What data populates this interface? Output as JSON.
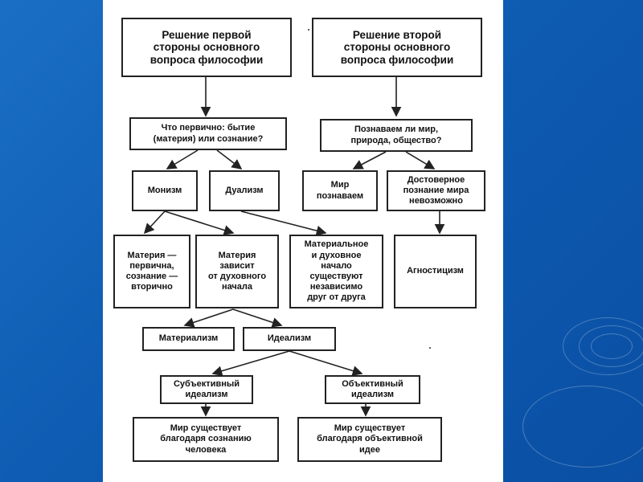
{
  "diagram": {
    "cut_top_text": "",
    "boxes": {
      "first_side": "Решение первой\nстороны основного\nвопроса философии",
      "second_side": "Решение второй\nстороны основного\nвопроса философии",
      "what_primary": "Что первично: бытие\n(материя) или сознание?",
      "knowable_q": "Познаваем ли мир,\nприрода, общество?",
      "monism": "Монизм",
      "dualism": "Дуализм",
      "world_knowable": "Мир\nпознаваем",
      "reliable_impossible": "Достоверное\nпознание мира\nневозможно",
      "matter_primary": "Материя —\nпервична,\nсознание —\nвторично",
      "matter_depends": "Материя\nзависит\nот духовного\nначала",
      "independent": "Материальное\nи духовное\nначало\nсуществуют\nнезависимо\nдруг от друга",
      "agnosticism": "Агностицизм",
      "materialism": "Материализм",
      "idealism": "Идеализм",
      "subjective": "Субъективный\nидеализм",
      "objective": "Объективный\nидеализм",
      "subjective_world": "Мир существует\nблагодаря сознанию\nчеловека",
      "objective_world": "Мир существует\nблагодаря объективной\nидее"
    }
  }
}
